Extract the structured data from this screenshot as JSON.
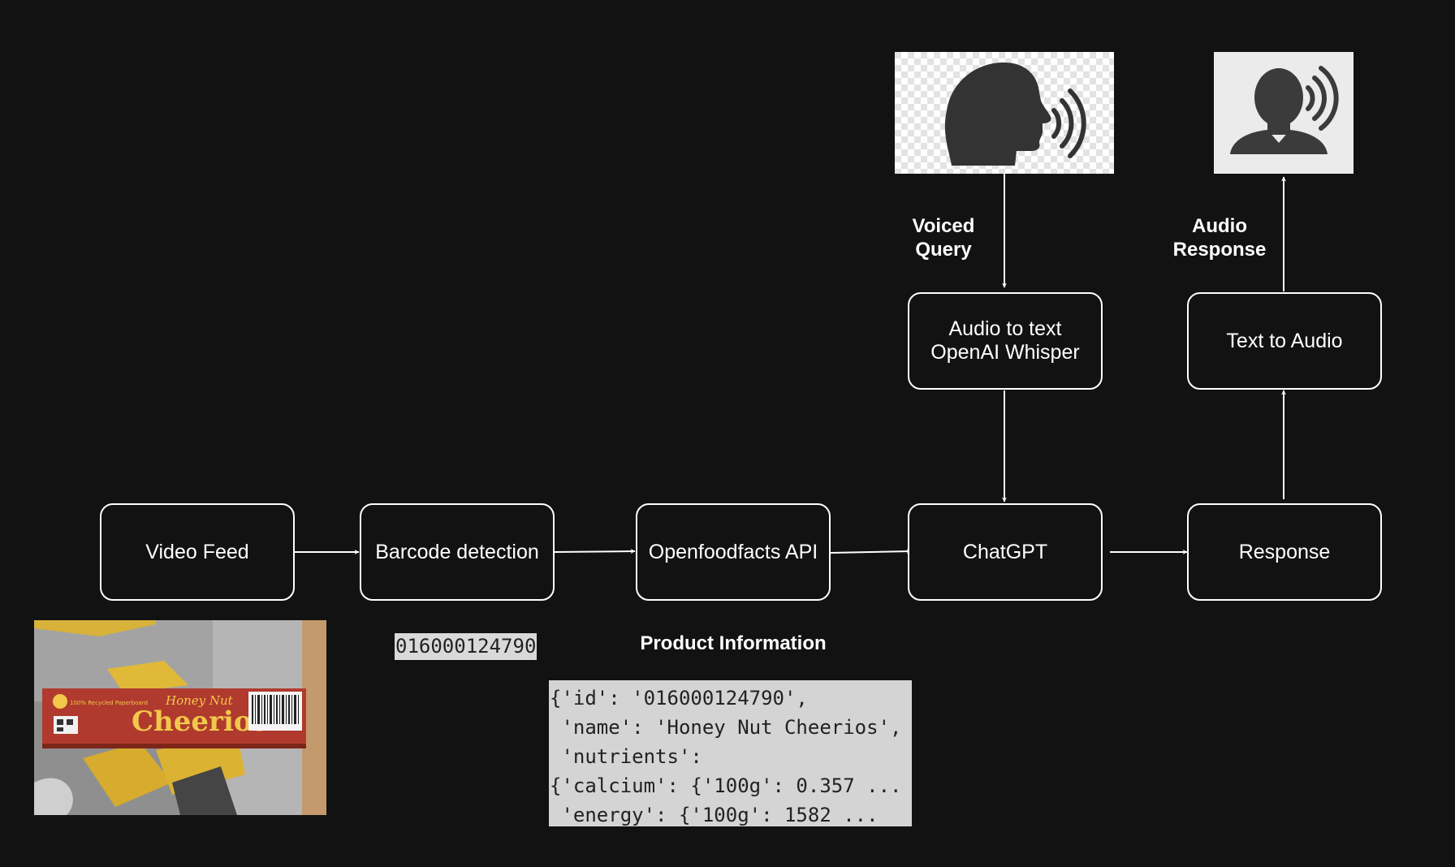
{
  "nodes": {
    "video_feed": {
      "label": "Video Feed"
    },
    "barcode_detection": {
      "label": "Barcode detection"
    },
    "openfoodfacts_api": {
      "label": "Openfoodfacts API"
    },
    "chatgpt": {
      "label": "ChatGPT"
    },
    "response": {
      "label": "Response"
    },
    "audio_to_text": {
      "line1": "Audio to text",
      "line2": "OpenAI Whisper"
    },
    "text_to_audio": {
      "label": "Text to Audio"
    }
  },
  "edge_labels": {
    "voiced_query": {
      "line1": "Voiced",
      "line2": "Query"
    },
    "audio_response": {
      "line1": "Audio",
      "line2": "Response"
    }
  },
  "barcode": {
    "value": "016000124790"
  },
  "product_information": {
    "title": "Product Information",
    "json_lines": [
      "{'id': '016000124790',",
      " 'name': 'Honey Nut Cheerios',",
      " 'nutrients':",
      "{'calcium': {'100g': 0.357 ...",
      " 'energy': {'100g': 1582 ..."
    ]
  },
  "photo": {
    "brand_top": "Honey Nut",
    "brand_main": "Cheerios",
    "badge_text": "100% Recycled Paperboard",
    "box_color": "#b03a2e",
    "brand_color": "#f2c84b"
  },
  "icons": {
    "speaker_input": "speaking-head-icon",
    "listener_output": "person-speaker-icon"
  },
  "colors": {
    "background": "#121212",
    "stroke": "#ffffff",
    "code_bg": "#d4d4d4",
    "barcode_bg": "#d9d9d9"
  }
}
